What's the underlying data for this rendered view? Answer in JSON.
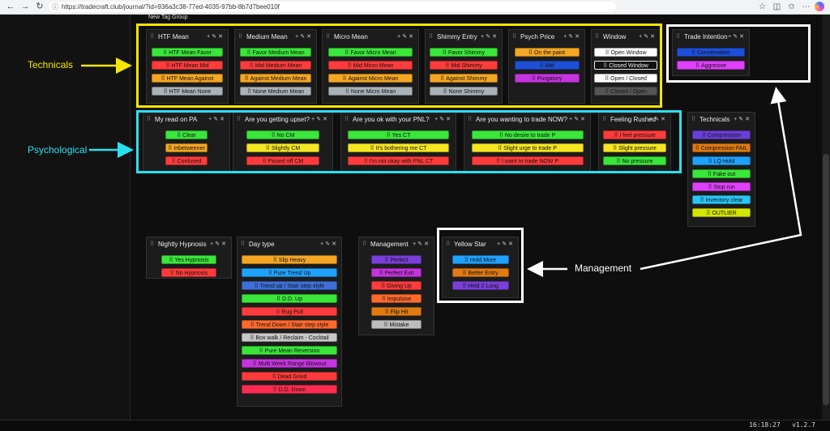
{
  "browser": {
    "url": "https://tradecraft.club/journal/?id=936a3c38-77ed-4035-97bb-8b7d7bee010f",
    "back_icon": "arrow-left",
    "forward_icon": "arrow-right",
    "reload_icon": "reload",
    "home_icon": "home",
    "star_icon": "star",
    "split_icon": "split-screen",
    "fav_icon": "favorites",
    "tabs_icon": "collections",
    "menu_icon": "more"
  },
  "group_name": "New Tag Group",
  "panel_actions": "+ ✎ ✕",
  "panels": [
    {
      "title": "HTF Mean",
      "chips": [
        {
          "label": "HTF Mean Favor",
          "color": "#39e639"
        },
        {
          "label": "HTF Mean Mid",
          "color": "#ff3b3b"
        },
        {
          "label": "HTF Mean Against",
          "color": "#f5a623"
        },
        {
          "label": "HTF Mean None",
          "color": "#a9b2b8"
        }
      ]
    },
    {
      "title": "Medium Mean",
      "chips": [
        {
          "label": "Favor Medium Mean",
          "color": "#39e639"
        },
        {
          "label": "Mid Medium Mean",
          "color": "#ff3b3b"
        },
        {
          "label": "Against Medium Mean",
          "color": "#f5a623"
        },
        {
          "label": "None Medium Mean",
          "color": "#a9b2b8"
        }
      ]
    },
    {
      "title": "Micro Mean",
      "chips": [
        {
          "label": "Favor Micro Mean",
          "color": "#39e639"
        },
        {
          "label": "Mid Micro Mean",
          "color": "#ff3b3b"
        },
        {
          "label": "Against Micro Mean",
          "color": "#f5a623"
        },
        {
          "label": "None Micro Mean",
          "color": "#a9b2b8"
        }
      ]
    },
    {
      "title": "Shimmy Entry",
      "chips": [
        {
          "label": "Favor Shimmy",
          "color": "#39e639"
        },
        {
          "label": "Mid Shimmy",
          "color": "#ff3b3b"
        },
        {
          "label": "Against Shimmy",
          "color": "#f5a623"
        },
        {
          "label": "None Shimmy",
          "color": "#a9b2b8"
        }
      ]
    },
    {
      "title": "Psych Price",
      "chips": [
        {
          "label": "On the paint",
          "color": "#f5a623"
        },
        {
          "label": "Mid",
          "color": "#1e4fd8"
        },
        {
          "label": "Purgatory",
          "color": "#c634e0"
        }
      ]
    },
    {
      "title": "Window",
      "chips": [
        {
          "label": "Open Window",
          "color": "#ffffff"
        },
        {
          "label": "Closed Window",
          "color": "#111111",
          "outline": true
        },
        {
          "label": "Open / Closed",
          "color": "#ffffff"
        },
        {
          "label": "Closed / Open",
          "color": "#555555"
        }
      ]
    },
    {
      "title": "Trade Intention",
      "chips": [
        {
          "label": "Conservative",
          "color": "#1e4fd8"
        },
        {
          "label": "Aggresive",
          "color": "#e040fb"
        }
      ]
    },
    {
      "title": "My read on PA",
      "chips": [
        {
          "label": "Clear",
          "color": "#39e639"
        },
        {
          "label": "Inbetweener",
          "color": "#f5a623"
        },
        {
          "label": "Confused",
          "color": "#ff3b3b"
        }
      ]
    },
    {
      "title": "Are you getting upset?",
      "chips": [
        {
          "label": "No CM",
          "color": "#39e639"
        },
        {
          "label": "Slightly CM",
          "color": "#f5e623"
        },
        {
          "label": "Pissed off CM",
          "color": "#ff3b3b"
        }
      ]
    },
    {
      "title": "Are you ok with your PNL?",
      "chips": [
        {
          "label": "Yes CT",
          "color": "#39e639"
        },
        {
          "label": "It's bothering me CT",
          "color": "#f5e623"
        },
        {
          "label": "I'm not okay with PNL CT",
          "color": "#ff3b3b"
        }
      ]
    },
    {
      "title": "Are you wanting to trade NOW?",
      "chips": [
        {
          "label": "No desire to trade P",
          "color": "#39e639"
        },
        {
          "label": "Slight urge to trade P",
          "color": "#f5e623"
        },
        {
          "label": "I want to trade NOW P",
          "color": "#ff3b3b"
        }
      ]
    },
    {
      "title": "Feeling Rushed",
      "chips": [
        {
          "label": "I feel pressure",
          "color": "#ff3b3b"
        },
        {
          "label": "Slight pressure",
          "color": "#f5e623"
        },
        {
          "label": "No pressure",
          "color": "#39e639"
        }
      ]
    },
    {
      "title": "Technicals",
      "chips": [
        {
          "label": "Compression",
          "color": "#6a3fd8"
        },
        {
          "label": "Compression FAIL",
          "color": "#e07b12"
        },
        {
          "label": "LQ Hold",
          "color": "#1fa2ff"
        },
        {
          "label": "Fake out",
          "color": "#39e639"
        },
        {
          "label": "Stop run",
          "color": "#e040fb"
        },
        {
          "label": "Inventory clear",
          "color": "#29c5f6"
        },
        {
          "label": "OUTLIER",
          "color": "#d4e600"
        }
      ]
    },
    {
      "title": "Nightly Hypnosis",
      "chips": [
        {
          "label": "Yes Hypnosis",
          "color": "#39e639"
        },
        {
          "label": "No Hypnosis",
          "color": "#ff3b3b"
        }
      ]
    },
    {
      "title": "Day type",
      "chips": [
        {
          "label": "Slip Heavy",
          "color": "#f5a623"
        },
        {
          "label": "Pure Trend Up",
          "color": "#1fa2ff"
        },
        {
          "label": "Trend up / Stair step style",
          "color": "#3f6fd8"
        },
        {
          "label": "D.D. Up",
          "color": "#39e639"
        },
        {
          "label": "Rug Pull",
          "color": "#ff3b3b"
        },
        {
          "label": "Trend Down / Stair step style",
          "color": "#ff6a2b"
        },
        {
          "label": "Box walk / Reclaim - Cocktail",
          "color": "#c8c8c8"
        },
        {
          "label": "Pure Mean Reversion",
          "color": "#39e639"
        },
        {
          "label": "Multi Week Range Blowout",
          "color": "#c634e0"
        },
        {
          "label": "Dead Grind",
          "color": "#ff3b3b"
        },
        {
          "label": "D.D. Down",
          "color": "#ff2b50"
        }
      ]
    },
    {
      "title": "Management",
      "chips": [
        {
          "label": "Perfect",
          "color": "#7a3fd8"
        },
        {
          "label": "Perfect Exit",
          "color": "#c634e0"
        },
        {
          "label": "Giving Up",
          "color": "#ff3b3b"
        },
        {
          "label": "Impulsive",
          "color": "#ff6a2b"
        },
        {
          "label": "Flip Hit",
          "color": "#e07b12"
        },
        {
          "label": "Mistake",
          "color": "#bdbdbd"
        }
      ]
    },
    {
      "title": "Yellow Star",
      "chips": [
        {
          "label": "Hold More",
          "color": "#1fa2ff"
        },
        {
          "label": "Better Entry",
          "color": "#e07b12"
        },
        {
          "label": "Held 2 Long",
          "color": "#7a3fd8"
        }
      ]
    }
  ],
  "annotations": {
    "technicals": {
      "label": "Technicals",
      "color": "#f5e600"
    },
    "psychological": {
      "label": "Psychological",
      "color": "#29e0f0"
    },
    "management": {
      "label": "Management",
      "color": "#ffffff"
    }
  },
  "status": {
    "time": "16:18:27",
    "version": "v1.2.7"
  }
}
